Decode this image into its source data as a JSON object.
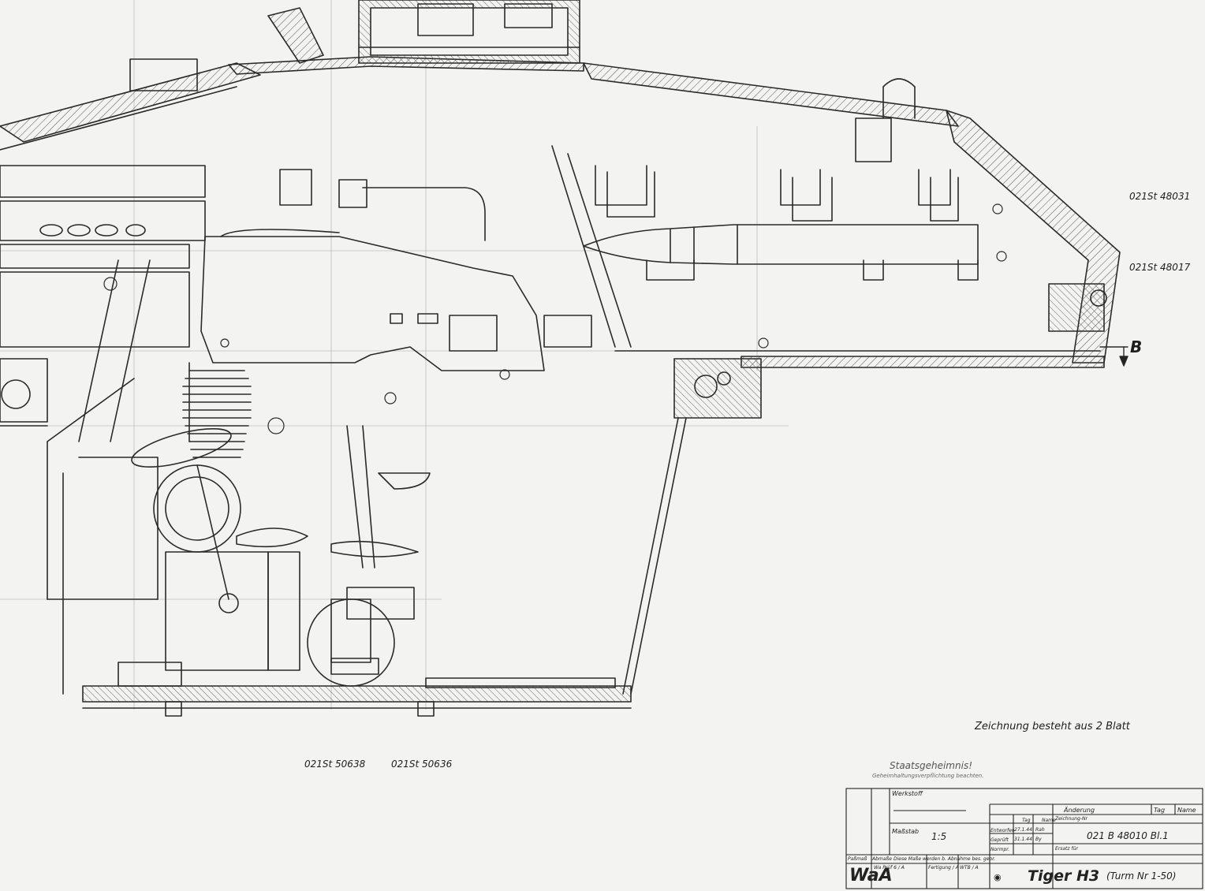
{
  "callouts": {
    "part_ref_1": "021St 48031",
    "part_ref_2": "021St 48017",
    "part_ref_3": "021St 50638",
    "part_ref_4": "021St 50636",
    "section_marker": "B",
    "sheet_note": "Zeichnung besteht aus 2 Blatt"
  },
  "classification": {
    "title": "Staatsgeheimnis!",
    "subtitle": "Geheimhaltungsverpflichtung beachten."
  },
  "title_block": {
    "werkstoff_label": "Werkstoff",
    "massstab_label": "Maßstab",
    "massstab_value": "1:5",
    "change_header": "Änderung",
    "tag_label": "Tag",
    "name_label": "Name",
    "entworfen_label": "Entworfen",
    "entworfen_date": "27.1.44",
    "entworfen_name": "Rah",
    "geprueft_label": "Geprüft",
    "geprueft_date": "31.1.44",
    "geprueft_name": "By",
    "normpr_label": "Normpr.",
    "zeichnung_nr_label": "Zeichnung-Nr",
    "zeichnung_nr_value": "021 B 48010  Bl.1",
    "ersatz_label": "Ersatz für",
    "passmass_label": "Paßmaß",
    "abmasse_label": "Abmaße",
    "note_label": "Diese Maße werden b. Abnahme bes. gepr.",
    "wa_pruef_label": "Wa Prüf 6 / A",
    "fertigung_label": "Fertigung / A",
    "wtb_label": "WTB / A",
    "waa_mark": "WaA",
    "product": "Tiger H3",
    "product_sub": "(Turm Nr 1-50)"
  }
}
